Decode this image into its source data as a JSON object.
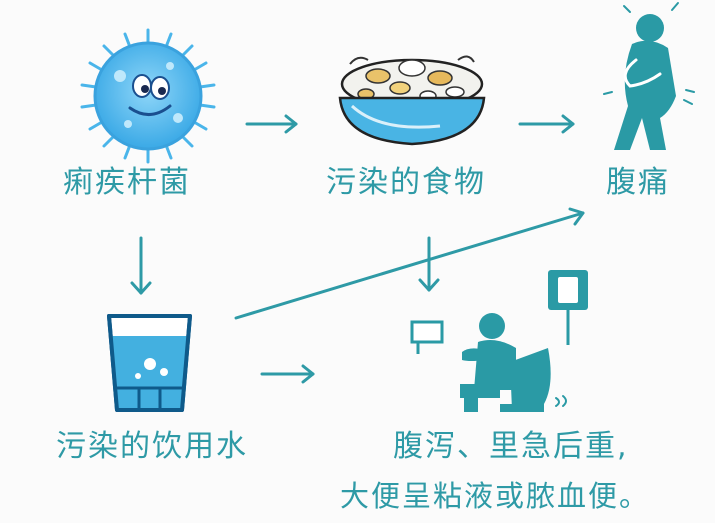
{
  "colors": {
    "teal": "#2e9aa6",
    "light_blue": "#47b6ec",
    "dark_blue": "#1a4f8f"
  },
  "nodes": {
    "bacteria": {
      "label": "痢疾杆菌",
      "icon": "bacterium-icon"
    },
    "food": {
      "label": "污染的食物",
      "icon": "food-bowl-icon"
    },
    "pain": {
      "label": "腹痛",
      "icon": "person-stomach-ache-icon"
    },
    "water": {
      "label": "污染的饮用水",
      "icon": "water-glass-icon"
    },
    "symptom": {
      "line1": "腹泻、里急后重,",
      "line2": "大便呈粘液或脓血便。",
      "icon": "person-on-toilet-icon"
    }
  }
}
